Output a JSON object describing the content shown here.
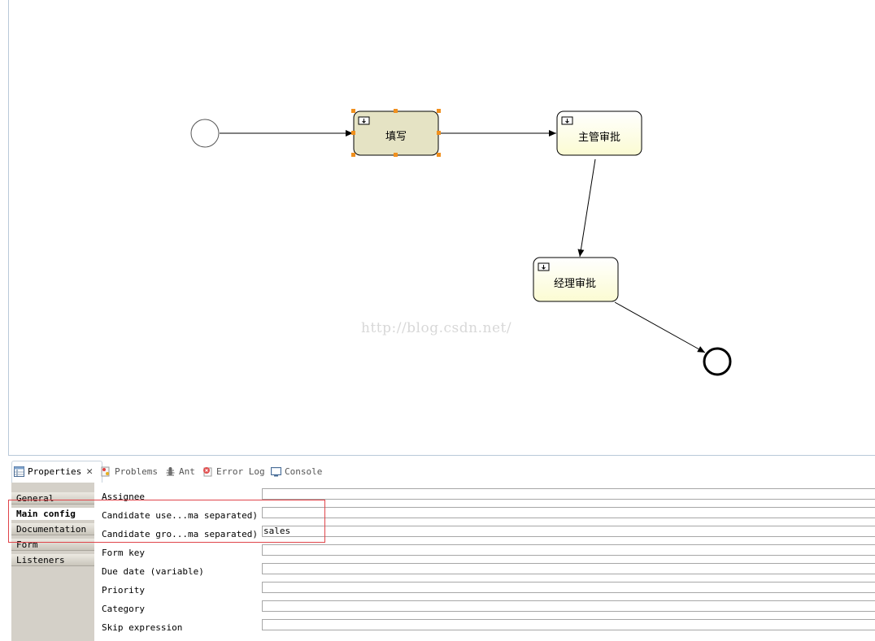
{
  "diagram": {
    "watermark": "http://blog.csdn.net/",
    "tasks": [
      {
        "id": "fill",
        "label": "填写",
        "selected": true
      },
      {
        "id": "supervisor",
        "label": "主管审批",
        "selected": false
      },
      {
        "id": "manager",
        "label": "经理审批",
        "selected": false
      }
    ]
  },
  "views": {
    "tabs": [
      {
        "label": "Properties",
        "icon": "properties-icon",
        "active": true
      },
      {
        "label": "Problems",
        "icon": "problems-icon",
        "active": false
      },
      {
        "label": "Ant",
        "icon": "ant-icon",
        "active": false
      },
      {
        "label": "Error Log",
        "icon": "error-log-icon",
        "active": false
      },
      {
        "label": "Console",
        "icon": "console-icon",
        "active": false
      }
    ]
  },
  "properties": {
    "sections": [
      "General",
      "Main config",
      "Documentation",
      "Form",
      "Listeners"
    ],
    "selected_section": "Main config",
    "fields": [
      {
        "label": "Assignee",
        "value": ""
      },
      {
        "label": "Candidate use...ma separated)",
        "value": ""
      },
      {
        "label": "Candidate gro...ma separated)",
        "value": "sales"
      },
      {
        "label": "Form key",
        "value": ""
      },
      {
        "label": "Due date (variable)",
        "value": ""
      },
      {
        "label": "Priority",
        "value": ""
      },
      {
        "label": "Category",
        "value": ""
      },
      {
        "label": "Skip expression",
        "value": ""
      }
    ]
  },
  "colors": {
    "task_fill": "#fdfde0",
    "task_selected_fill": "#e5e3c4",
    "selection_handle": "#f0901e",
    "highlight_box": "#e0444a"
  }
}
